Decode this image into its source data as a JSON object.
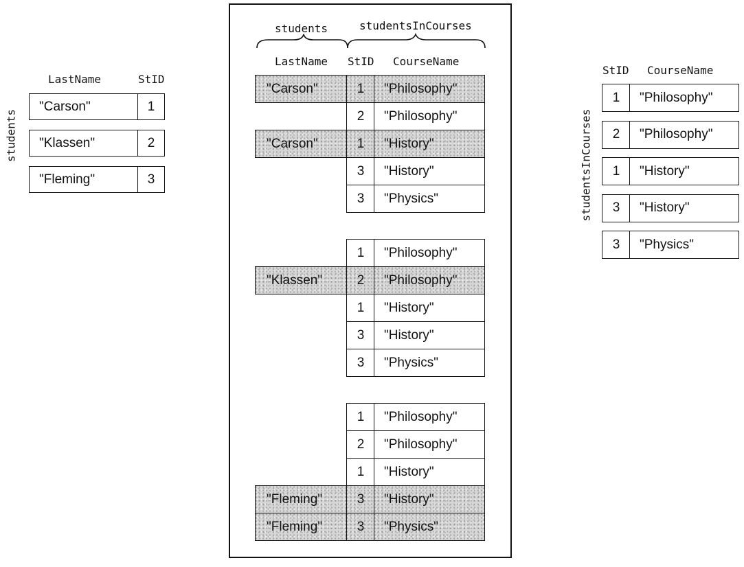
{
  "left": {
    "title": "students",
    "headers": {
      "lastname": "LastName",
      "stid": "StID"
    },
    "rows": [
      {
        "name": "\"Carson\"",
        "id": "1"
      },
      {
        "name": "\"Klassen\"",
        "id": "2"
      },
      {
        "name": "\"Fleming\"",
        "id": "3"
      }
    ]
  },
  "middle": {
    "brace_students": "students",
    "brace_courses": "studentsInCourses",
    "headers": {
      "lastname": "LastName",
      "stid": "StID",
      "coursename": "CourseName"
    },
    "groups": [
      {
        "rows": [
          {
            "name": "\"Carson\"",
            "id": "1",
            "course": "\"Philosophy\"",
            "match": true
          },
          {
            "name": "",
            "id": "2",
            "course": "\"Philosophy\"",
            "match": false
          },
          {
            "name": "\"Carson\"",
            "id": "1",
            "course": "\"History\"",
            "match": true
          },
          {
            "name": "",
            "id": "3",
            "course": "\"History\"",
            "match": false
          },
          {
            "name": "",
            "id": "3",
            "course": "\"Physics\"",
            "match": false
          }
        ]
      },
      {
        "rows": [
          {
            "name": "",
            "id": "1",
            "course": "\"Philosophy\"",
            "match": false
          },
          {
            "name": "\"Klassen\"",
            "id": "2",
            "course": "\"Philosophy\"",
            "match": true
          },
          {
            "name": "",
            "id": "1",
            "course": "\"History\"",
            "match": false
          },
          {
            "name": "",
            "id": "3",
            "course": "\"History\"",
            "match": false
          },
          {
            "name": "",
            "id": "3",
            "course": "\"Physics\"",
            "match": false
          }
        ]
      },
      {
        "rows": [
          {
            "name": "",
            "id": "1",
            "course": "\"Philosophy\"",
            "match": false
          },
          {
            "name": "",
            "id": "2",
            "course": "\"Philosophy\"",
            "match": false
          },
          {
            "name": "",
            "id": "1",
            "course": "\"History\"",
            "match": false
          },
          {
            "name": "\"Fleming\"",
            "id": "3",
            "course": "\"History\"",
            "match": true
          },
          {
            "name": "\"Fleming\"",
            "id": "3",
            "course": "\"Physics\"",
            "match": true
          }
        ]
      }
    ]
  },
  "right": {
    "title": "studentsInCourses",
    "headers": {
      "stid": "StID",
      "coursename": "CourseName"
    },
    "rows": [
      {
        "id": "1",
        "course": "\"Philosophy\""
      },
      {
        "id": "2",
        "course": "\"Philosophy\""
      },
      {
        "id": "1",
        "course": "\"History\""
      },
      {
        "id": "3",
        "course": "\"History\""
      },
      {
        "id": "3",
        "course": "\"Physics\""
      }
    ]
  }
}
